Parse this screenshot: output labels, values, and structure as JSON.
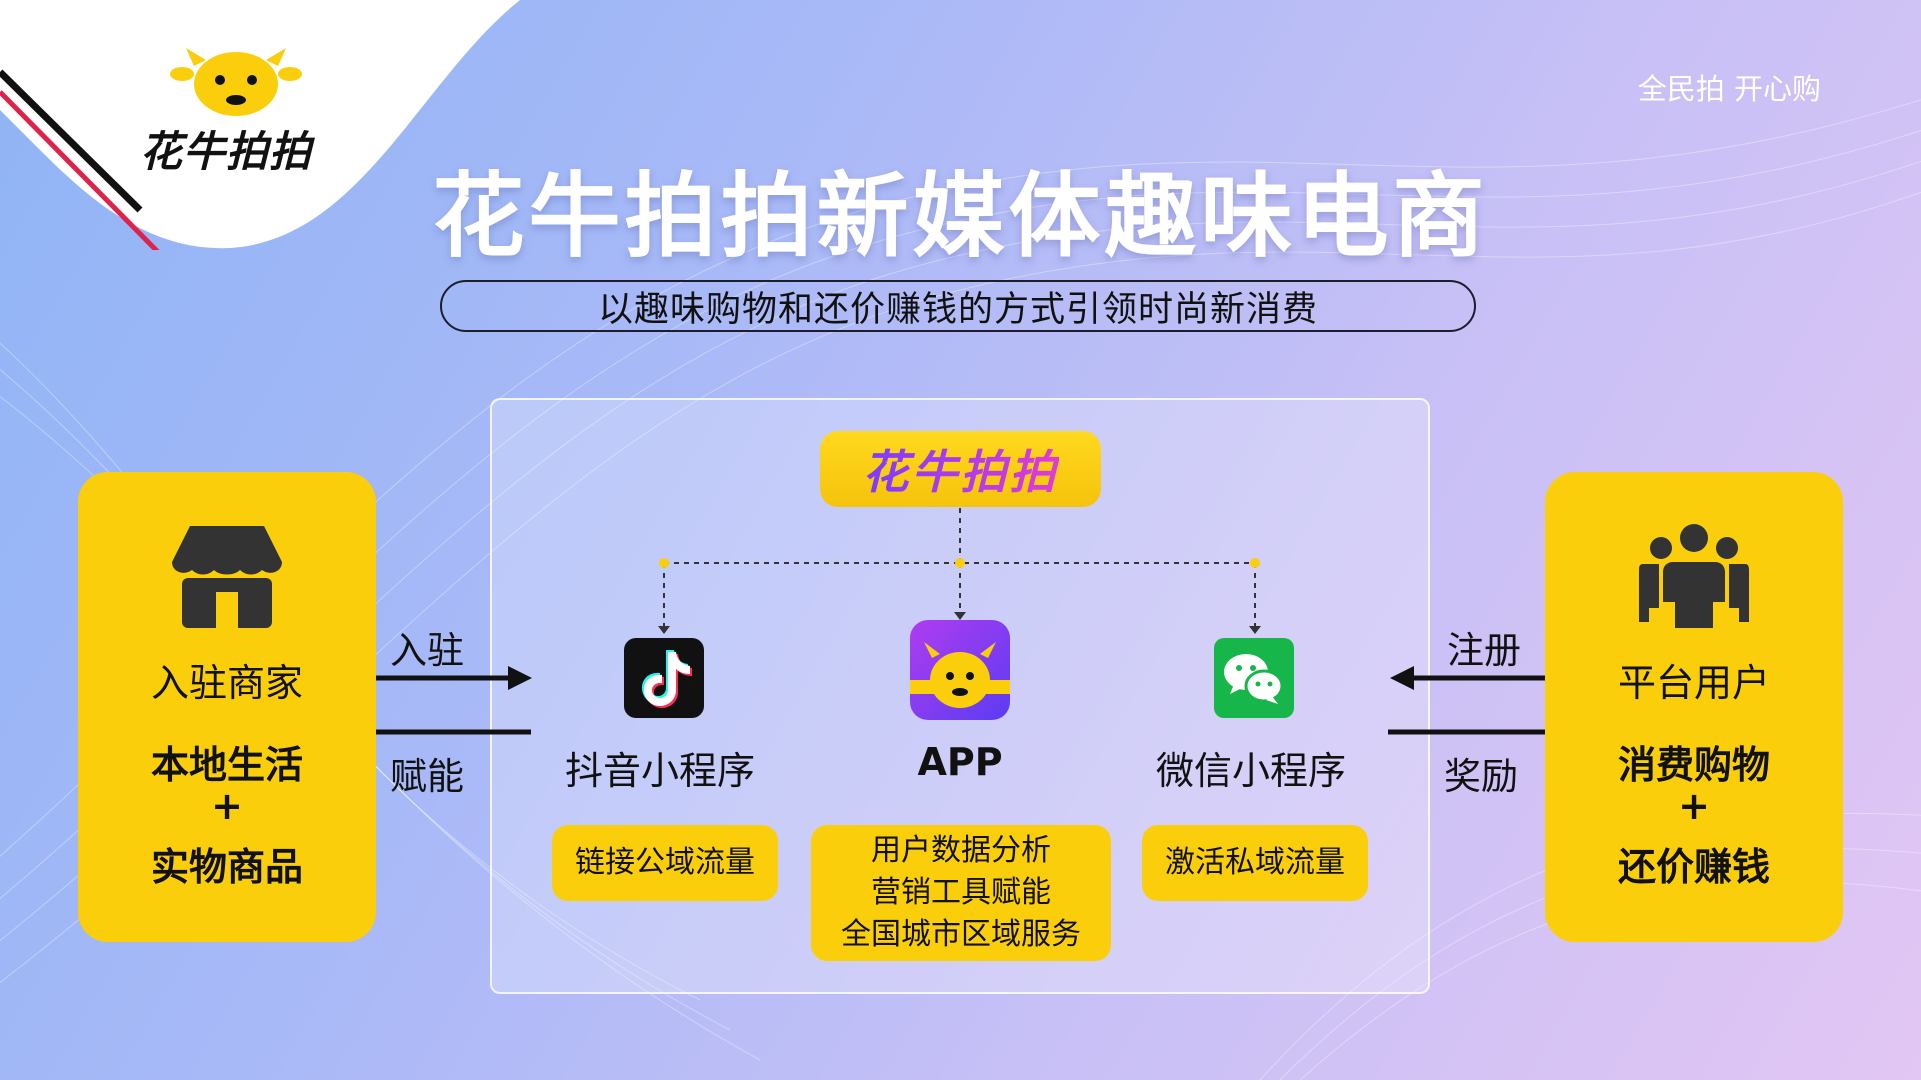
{
  "brand": {
    "logo_text": "花牛拍拍",
    "slogan": "全民拍  开心购"
  },
  "header": {
    "title": "花牛拍拍新媒体趣味电商",
    "subtitle": "以趣味购物和还价赚钱的方式引领时尚新消费"
  },
  "center": {
    "brand_label": "花牛拍拍",
    "platforms": [
      {
        "label": "抖音小程序",
        "icon": "tiktok-icon",
        "tag_lines": [
          "链接公域流量"
        ]
      },
      {
        "label": "APP",
        "icon": "app-cow-icon",
        "tag_lines": [
          "用户数据分析",
          "营销工具赋能",
          "全国城市区域服务"
        ]
      },
      {
        "label": "微信小程序",
        "icon": "wechat-icon",
        "tag_lines": [
          "激活私域流量"
        ]
      }
    ]
  },
  "left_card": {
    "icon": "store-icon",
    "label": "入驻商家",
    "line1": "本地生活",
    "plus": "+",
    "line2": "实物商品"
  },
  "right_card": {
    "icon": "users-group-icon",
    "label": "平台用户",
    "line1": "消费购物",
    "plus": "+",
    "line2": "还价赚钱"
  },
  "arrows": {
    "left_in": "入驻",
    "left_out": "赋能",
    "right_in": "注册",
    "right_out": "奖励"
  },
  "colors": {
    "accent_yellow": "#fbce0c",
    "tiktok_bg": "#111111",
    "wechat_green": "#17b64a",
    "app_purple": "#7b3bf2"
  }
}
